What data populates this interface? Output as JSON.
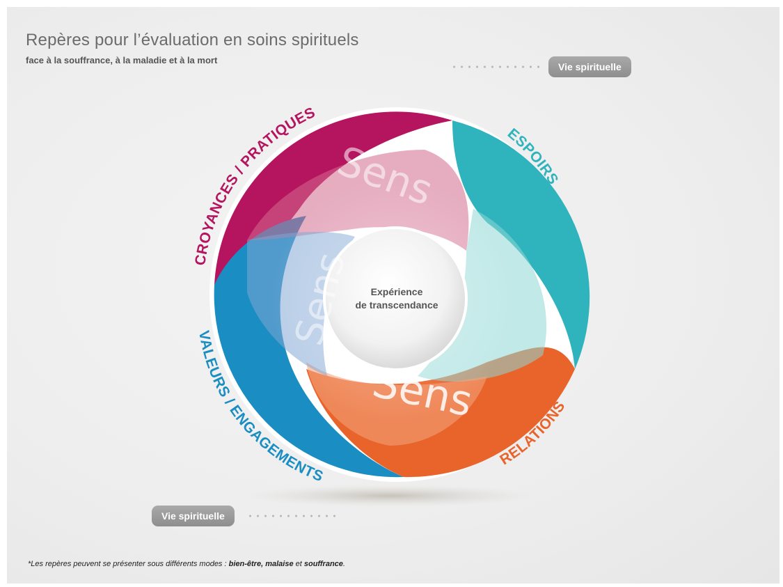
{
  "header": {
    "title": "Repères pour l’évaluation en soins spirituels",
    "subtitle": "face à la souffrance, à la maladie et à la mort"
  },
  "badges": {
    "top": "Vie spirituelle",
    "bottom": "Vie spirituelle"
  },
  "diagram": {
    "center_line1": "Expérience",
    "center_line2": "de transcendance",
    "segment_word": "Sens",
    "segments": [
      {
        "label": "CROYANCES / PRATIQUES",
        "color": "#b5145f"
      },
      {
        "label": "ESPOIRS",
        "color": "#2fb3bd"
      },
      {
        "label": "RELATIONS",
        "color": "#e9642a"
      },
      {
        "label": "VALEURS / ENGAGEMENTS",
        "color": "#1a8ec3"
      }
    ]
  },
  "footnote": {
    "prefix": "*Les repères peuvent se présenter sous différents modes : ",
    "mode1": "bien-être",
    "sep": ", ",
    "mode2": "malaise",
    "joiner": " et ",
    "mode3": "souffrance",
    "suffix": "."
  }
}
